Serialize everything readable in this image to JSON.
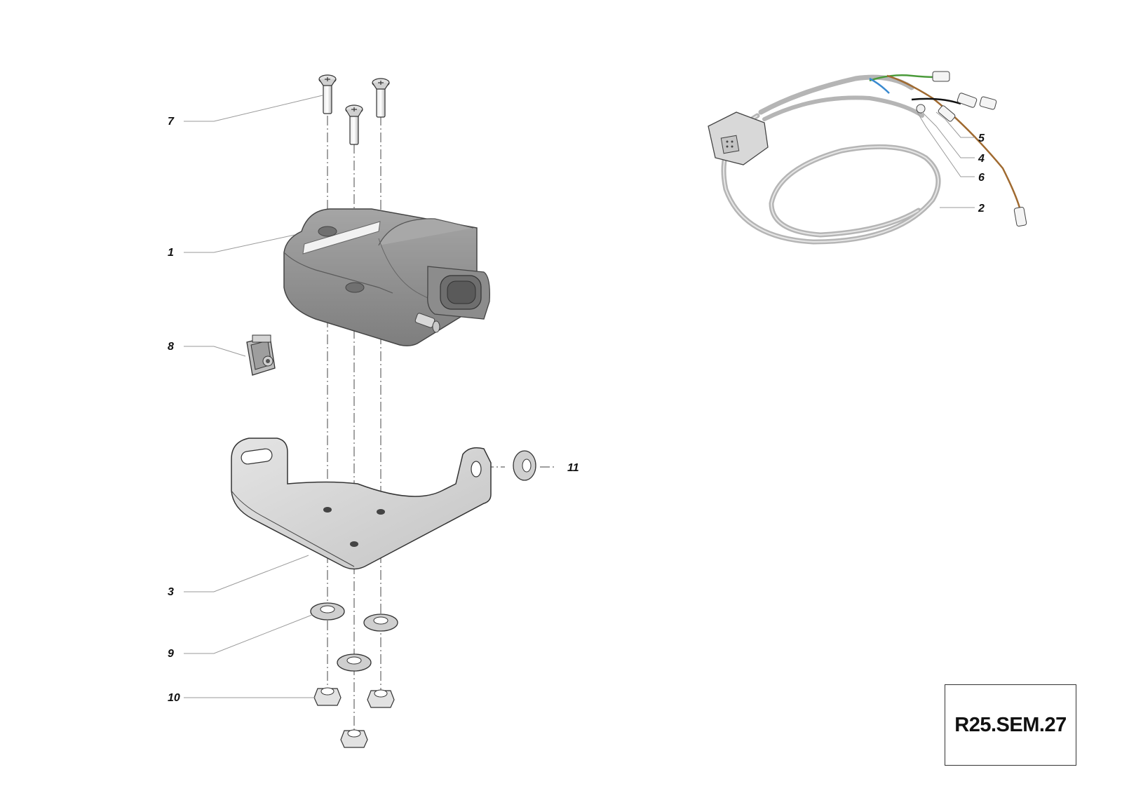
{
  "drawing_code": "R25.SEM.27",
  "callouts": {
    "c1": "1",
    "c2": "2",
    "c3": "3",
    "c4": "4",
    "c5": "5",
    "c6": "6",
    "c7": "7",
    "c8": "8",
    "c9": "9",
    "c10": "10",
    "c11": "11"
  },
  "colors": {
    "sensor_body": "#8f8f8f",
    "bracket": "#d4d4d4",
    "harness_gray": "#b5b5b5",
    "wire_green": "#4a9a3a",
    "wire_blue": "#3a8ad0",
    "wire_brown": "#a06a30",
    "wire_black": "#111111"
  }
}
